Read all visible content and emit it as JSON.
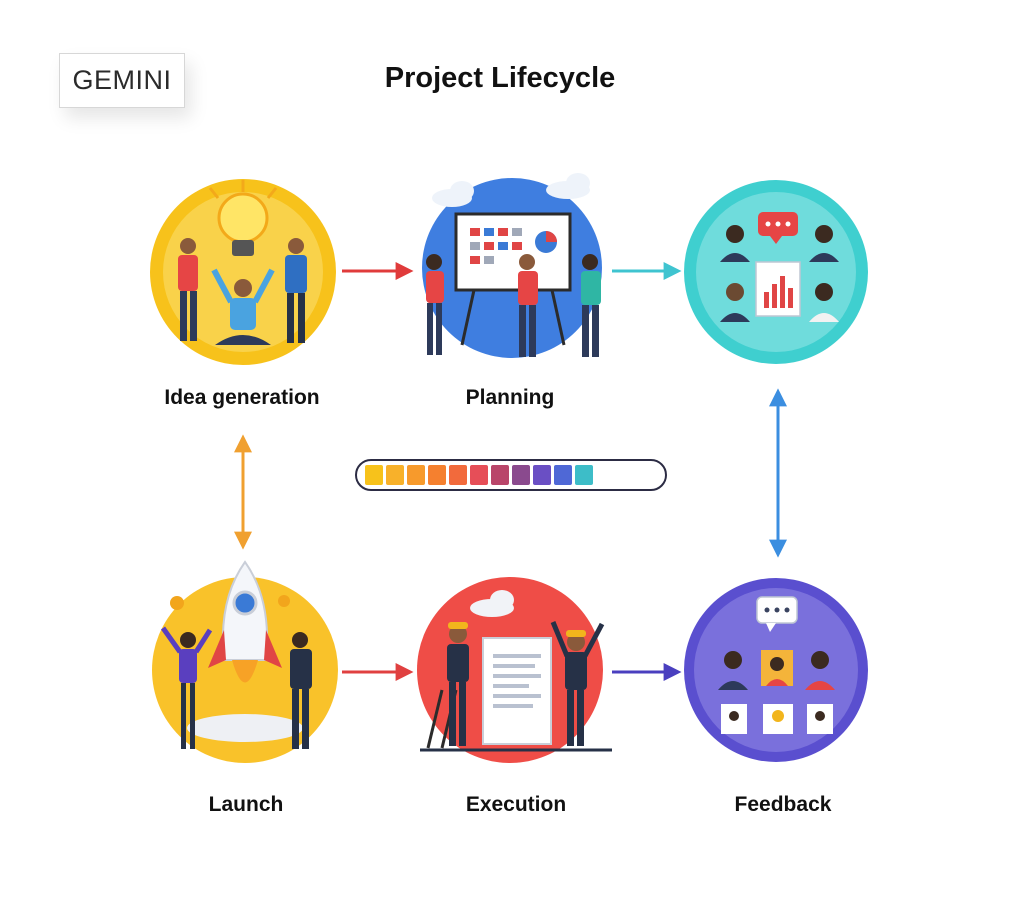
{
  "badge": {
    "text": "GEMINI"
  },
  "title": "Project Lifecycle",
  "stages": {
    "idea": {
      "label": "Idea generation",
      "color": "#f7c21b"
    },
    "planning": {
      "label": "Planning",
      "color": "#3f7ee0"
    },
    "review": {
      "label": "",
      "color": "#3fcfcf"
    },
    "launch": {
      "label": "Launch",
      "color": "#f9c22a"
    },
    "execution": {
      "label": "Execution",
      "color": "#ef4d47"
    },
    "feedback": {
      "label": "Feedback",
      "color": "#5a4fcf"
    }
  },
  "progress": {
    "segment_count": 11,
    "colors": [
      "#f7c21b",
      "#f8b12a",
      "#f79a2c",
      "#f5802f",
      "#f26a3c",
      "#e64e58",
      "#b9456a",
      "#8a4a8e",
      "#6a4fc4",
      "#4f68d6",
      "#3dbdc8"
    ]
  },
  "arrows": {
    "idea_to_planning": "#e03b3b",
    "planning_to_review": "#3fc4d0",
    "review_feedback": "#3b8ee0",
    "idea_launch": "#f0a030",
    "launch_to_execution": "#e04040",
    "execution_to_feedback": "#4a3fbf"
  }
}
